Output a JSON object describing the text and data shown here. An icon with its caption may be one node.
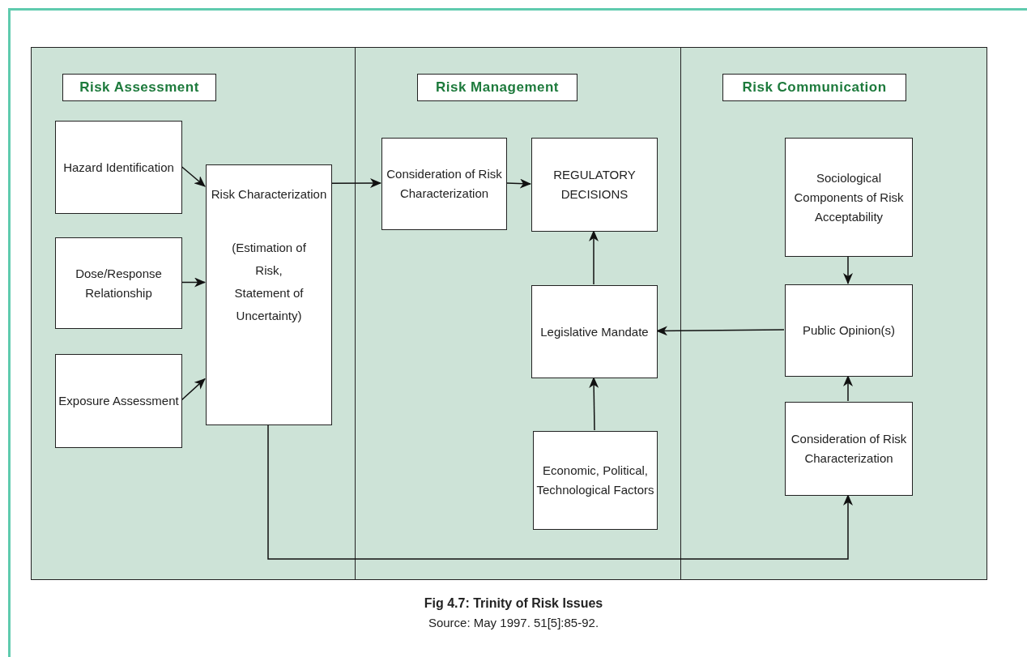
{
  "diagram": {
    "title": "Fig 4.7: Trinity of Risk Issues",
    "caption": "Source: May 1997. 51[5]:85-92.",
    "nodes": [
      {
        "text": [
          "Risk Assessment"
        ]
      },
      {
        "text": [
          "Hazard Identification"
        ],
        "in": 0
      },
      {
        "text": [
          "Dose/Response Relationship"
        ],
        "in": 0
      },
      {
        "text": [
          "Exposure Assessment"
        ],
        "in": 0
      },
      {
        "text": [
          "Risk Characterization",
          "(Estimation of Risk, Statement of Uncertainty)"
        ],
        "in": 0
      },
      {
        "text": [
          "Risk Management"
        ]
      },
      {
        "text": [
          "Consideration of Risk Characterization"
        ],
        "in": 5
      },
      {
        "text": [
          "REGULATORY DECISIONS"
        ],
        "in": 5
      },
      {
        "text": [
          "Legislative Mandate"
        ],
        "in": 5
      },
      {
        "text": [
          "Economic, Political, Technological Factors"
        ],
        "in": 5
      },
      {
        "text": [
          "Risk Communication"
        ]
      },
      {
        "text": [
          "Sociological Components of Risk Acceptability"
        ],
        "in": 10
      },
      {
        "text": [
          "Public Opinion(s)"
        ],
        "in": 10
      },
      {
        "text": [
          "Consideration of Risk Characterization"
        ],
        "in": 10
      }
    ],
    "edges": [
      {
        "from": 1,
        "to": 4,
        "arrow": "to"
      },
      {
        "from": 2,
        "to": 4,
        "arrow": "to"
      },
      {
        "from": 3,
        "to": 4,
        "arrow": "to"
      },
      {
        "from": 4,
        "to": 6,
        "arrow": "to"
      },
      {
        "from": 6,
        "to": 7,
        "arrow": "to"
      },
      {
        "from": 8,
        "to": 7,
        "arrow": "to"
      },
      {
        "from": 9,
        "to": 8,
        "arrow": "to"
      },
      {
        "from": 12,
        "to": 8,
        "arrow": "to"
      },
      {
        "from": 11,
        "to": 12,
        "arrow": "to"
      },
      {
        "from": 13,
        "to": 12,
        "arrow": "to"
      },
      {
        "from": 4,
        "to": 13,
        "arrow": "to"
      }
    ]
  }
}
